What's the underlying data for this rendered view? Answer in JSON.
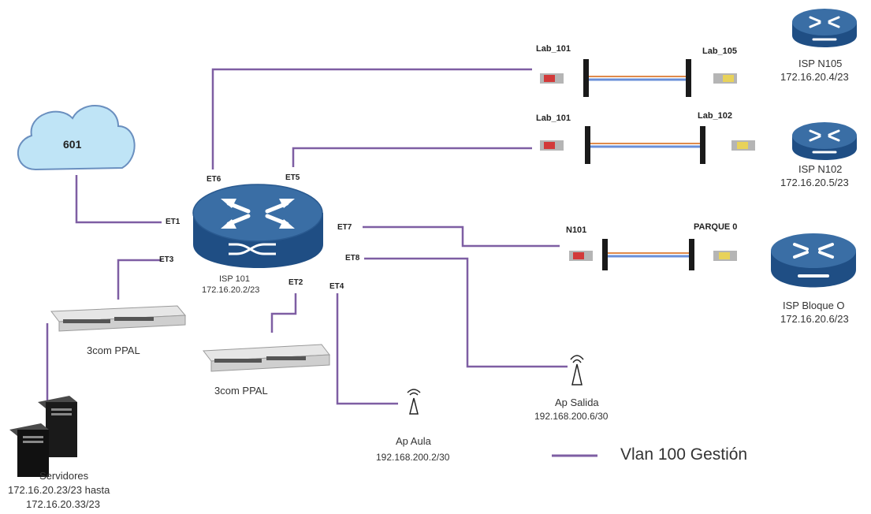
{
  "colors": {
    "link": "#7e5ea3",
    "router_top": "#3a6ea5",
    "router_side": "#1f4e84",
    "cloud": "#bfe4f6",
    "cloud_edge": "#6a8fbf",
    "fiber_blue": "#6a8fd8",
    "fiber_orange": "#e08a4a"
  },
  "icons": {
    "router": "router-icon",
    "cloud": "cloud-icon",
    "switch": "switch-icon",
    "access_point": "wifi-antenna-icon",
    "server": "server-tower-icon",
    "fiber": "fiber-link-icon"
  },
  "cloud": {
    "label": "601"
  },
  "core": {
    "name": "ISP 101",
    "ip": "172.16.20.2/23",
    "ports": {
      "et1": "ET1",
      "et2": "ET2",
      "et3": "ET3",
      "et4": "ET4",
      "et5": "ET5",
      "et6": "ET6",
      "et7": "ET7",
      "et8": "ET8"
    }
  },
  "links_fiber": [
    {
      "left": "Lab_101",
      "right": "Lab_105"
    },
    {
      "left": "Lab_101",
      "right": "Lab_102"
    },
    {
      "left": "N101",
      "right": "PARQUE 0"
    }
  ],
  "routers": [
    {
      "name": "ISP N105",
      "ip": "172.16.20.4/23"
    },
    {
      "name": "ISP N102",
      "ip": "172.16.20.5/23"
    },
    {
      "name": "ISP Bloque O",
      "ip": "172.16.20.6/23"
    }
  ],
  "switches": [
    {
      "label": "3com PPAL"
    },
    {
      "label": "3com PPAL"
    }
  ],
  "servers": {
    "title": "Servidores",
    "range1": "172.16.20.23/23 hasta",
    "range2": "172.16.20.33/23"
  },
  "aps": [
    {
      "name": "Ap Aula",
      "ip": "192.168.200.2/30"
    },
    {
      "name": "Ap Salida",
      "ip": "192.168.200.6/30"
    }
  ],
  "legend": {
    "text": "Vlan 100 Gestión"
  }
}
